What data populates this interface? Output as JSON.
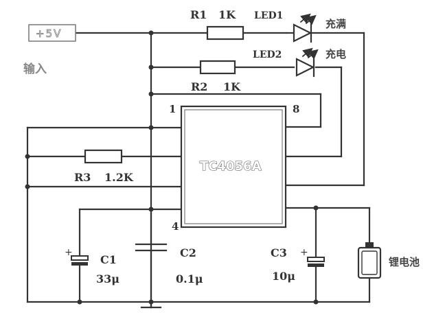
{
  "input": {
    "box_label": "+5V",
    "caption": "输入"
  },
  "chip": {
    "name": "TC4056A",
    "pin1": "1",
    "pin8": "8",
    "pin4": "4"
  },
  "r1": {
    "ref": "R1",
    "value": "1K"
  },
  "r2": {
    "ref": "R2",
    "value": "1K"
  },
  "r3": {
    "ref": "R3",
    "value": "1.2K"
  },
  "led1": {
    "ref": "LED1",
    "caption": "充满"
  },
  "led2": {
    "ref": "LED2",
    "caption": "充电"
  },
  "c1": {
    "ref": "C1",
    "value": "33μ"
  },
  "c2": {
    "ref": "C2",
    "value": "0.1μ"
  },
  "c3": {
    "ref": "C3",
    "value": "10μ"
  },
  "plus_sign": "+",
  "battery": {
    "caption": "锂电池"
  }
}
